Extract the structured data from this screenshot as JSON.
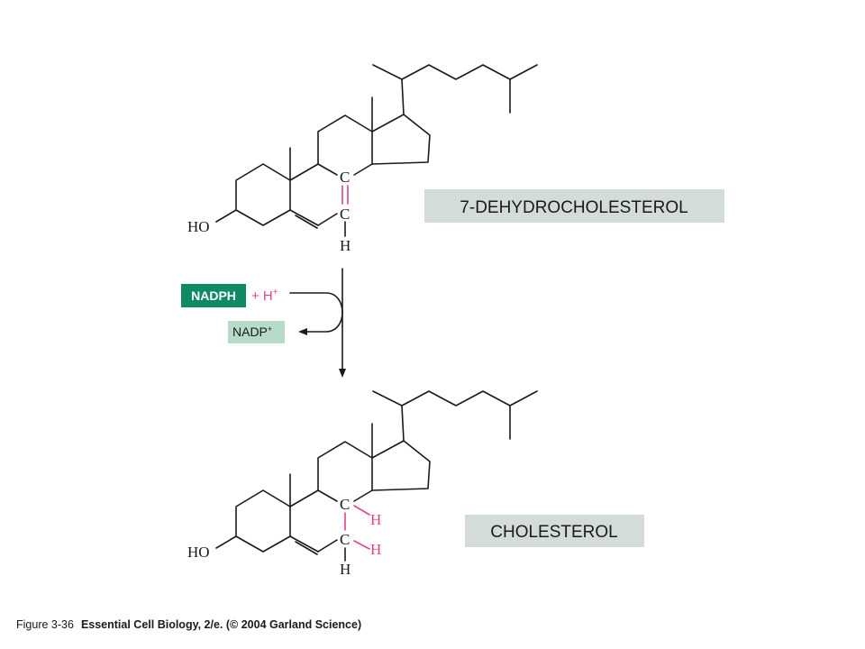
{
  "molecules": {
    "top": {
      "name": "7-DEHYDROCHOLESTEROL",
      "hydroxyl": "HO",
      "carbon_7": "C",
      "carbon_8": "C",
      "hydrogen": "H"
    },
    "bottom": {
      "name": "CHOLESTEROL",
      "hydroxyl": "HO",
      "carbon_7": "C",
      "carbon_8": "C",
      "hydrogen": "H",
      "added_h_1": "H",
      "added_h_2": "H"
    }
  },
  "reaction": {
    "cofactor_in": "NADPH",
    "plus_h": "+ H",
    "plus_h_sup": "+",
    "cofactor_out": "NADP",
    "cofactor_out_sup": "+"
  },
  "caption": {
    "figure": "Figure 3-36",
    "source": "Essential Cell Biology, 2/e. (© 2004 Garland Science)"
  },
  "colors": {
    "highlight": "#e0438c",
    "nadph_box": "#0f8a64",
    "nadp_box": "#b6dbcb",
    "label_box": "#d4dcd8"
  }
}
